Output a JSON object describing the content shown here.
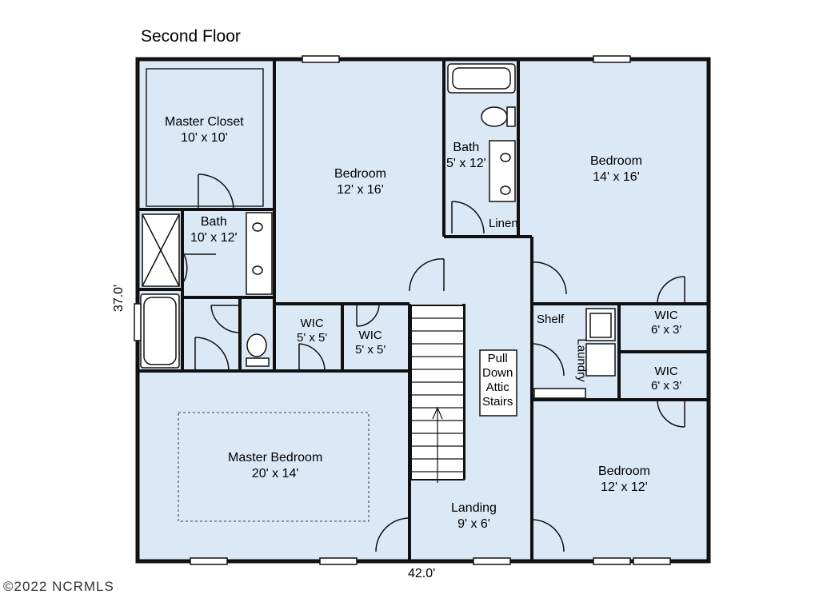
{
  "title": "Second Floor",
  "dimensions": {
    "width": "42.0'",
    "depth": "37.0'"
  },
  "watermark": "©2022 NCRMLS",
  "colors": {
    "room_fill": "#dbe8f6",
    "wall": "#111111"
  },
  "rooms": {
    "master_closet": {
      "name": "Master Closet",
      "size": "10' x 10'"
    },
    "bedroom_top_mid": {
      "name": "Bedroom",
      "size": "12' x 16'"
    },
    "bath_hall": {
      "name": "Bath",
      "size": "5' x 12'"
    },
    "bedroom_top_right": {
      "name": "Bedroom",
      "size": "14' x 16'"
    },
    "master_bath": {
      "name": "Bath",
      "size": "10' x 12'"
    },
    "linen": {
      "name": "Linen"
    },
    "wic_1": {
      "name": "WIC",
      "size": "5' x 5'"
    },
    "wic_2": {
      "name": "WIC",
      "size": "5' x 5'"
    },
    "attic": {
      "lines": [
        "Pull",
        "Down",
        "Attic",
        "Stairs"
      ]
    },
    "shelf": {
      "name": "Shelf"
    },
    "laundry": {
      "name": "Laundry"
    },
    "wic_3": {
      "name": "WIC",
      "size": "6' x 3'"
    },
    "wic_4": {
      "name": "WIC",
      "size": "6' x 3'"
    },
    "master_bedroom": {
      "name": "Master Bedroom",
      "size": "20' x 14'"
    },
    "landing": {
      "name": "Landing",
      "size": "9' x 6'"
    },
    "bedroom_bottom_right": {
      "name": "Bedroom",
      "size": "12' x 12'"
    }
  }
}
